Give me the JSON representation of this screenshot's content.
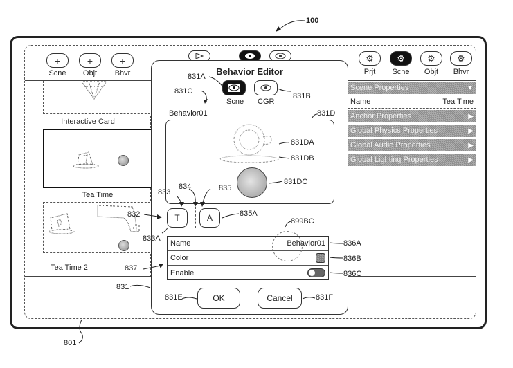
{
  "figure": {
    "number_label": "100",
    "device_label": "801"
  },
  "toolbar_left": [
    {
      "label": "Scne",
      "icon": "plus-icon"
    },
    {
      "label": "Objt",
      "icon": "plus-icon"
    },
    {
      "label": "Bhvr",
      "icon": "plus-icon"
    }
  ],
  "toolbar_center": [
    {
      "icon": "play-icon",
      "active": false
    },
    {
      "icon": "eye-icon",
      "active": true
    },
    {
      "icon": "eye-icon",
      "active": false
    }
  ],
  "toolbar_right": [
    {
      "label": "Prjt",
      "icon": "gear-icon",
      "active": false
    },
    {
      "label": "Scne",
      "icon": "gear-icon",
      "active": true
    },
    {
      "label": "Objt",
      "icon": "gear-icon",
      "active": false
    },
    {
      "label": "Bhvr",
      "icon": "gear-icon",
      "active": false
    }
  ],
  "scenes": [
    {
      "label": "Interactive Card"
    },
    {
      "label": "Tea Time"
    },
    {
      "label": "Tea Time 2"
    }
  ],
  "properties_panel": {
    "header": "Scene Properties",
    "name_label": "Name",
    "name_value": "Tea Time",
    "sections": [
      "Anchor Properties",
      "Global Physics Properties",
      "Global Audio Properties",
      "Global Lighting Properties"
    ]
  },
  "behavior_editor": {
    "title": "Behavior Editor",
    "modes": [
      {
        "label": "Scne",
        "active": true
      },
      {
        "label": "CGR",
        "active": false
      }
    ],
    "behavior_name": "Behavior01",
    "tabs": [
      "T",
      "A"
    ],
    "properties": [
      {
        "label": "Name",
        "value": "Behavior01",
        "type": "text"
      },
      {
        "label": "Color",
        "value": "",
        "type": "swatch",
        "color": "#777777"
      },
      {
        "label": "Enable",
        "value": "",
        "type": "toggle",
        "on": true
      }
    ],
    "ok_label": "OK",
    "cancel_label": "Cancel"
  },
  "reference_labels": {
    "r831": "831",
    "r831A": "831A",
    "r831B": "831B",
    "r831C": "831C",
    "r831D": "831D",
    "r831DA": "831DA",
    "r831DB": "831DB",
    "r831DC": "831DC",
    "r831E": "831E",
    "r831F": "831F",
    "r832": "832",
    "r833": "833",
    "r833A": "833A",
    "r834": "834",
    "r835": "835",
    "r835A": "835A",
    "r836A": "836A",
    "r836B": "836B",
    "r836C": "836C",
    "r837": "837",
    "r899BC": "899BC"
  }
}
